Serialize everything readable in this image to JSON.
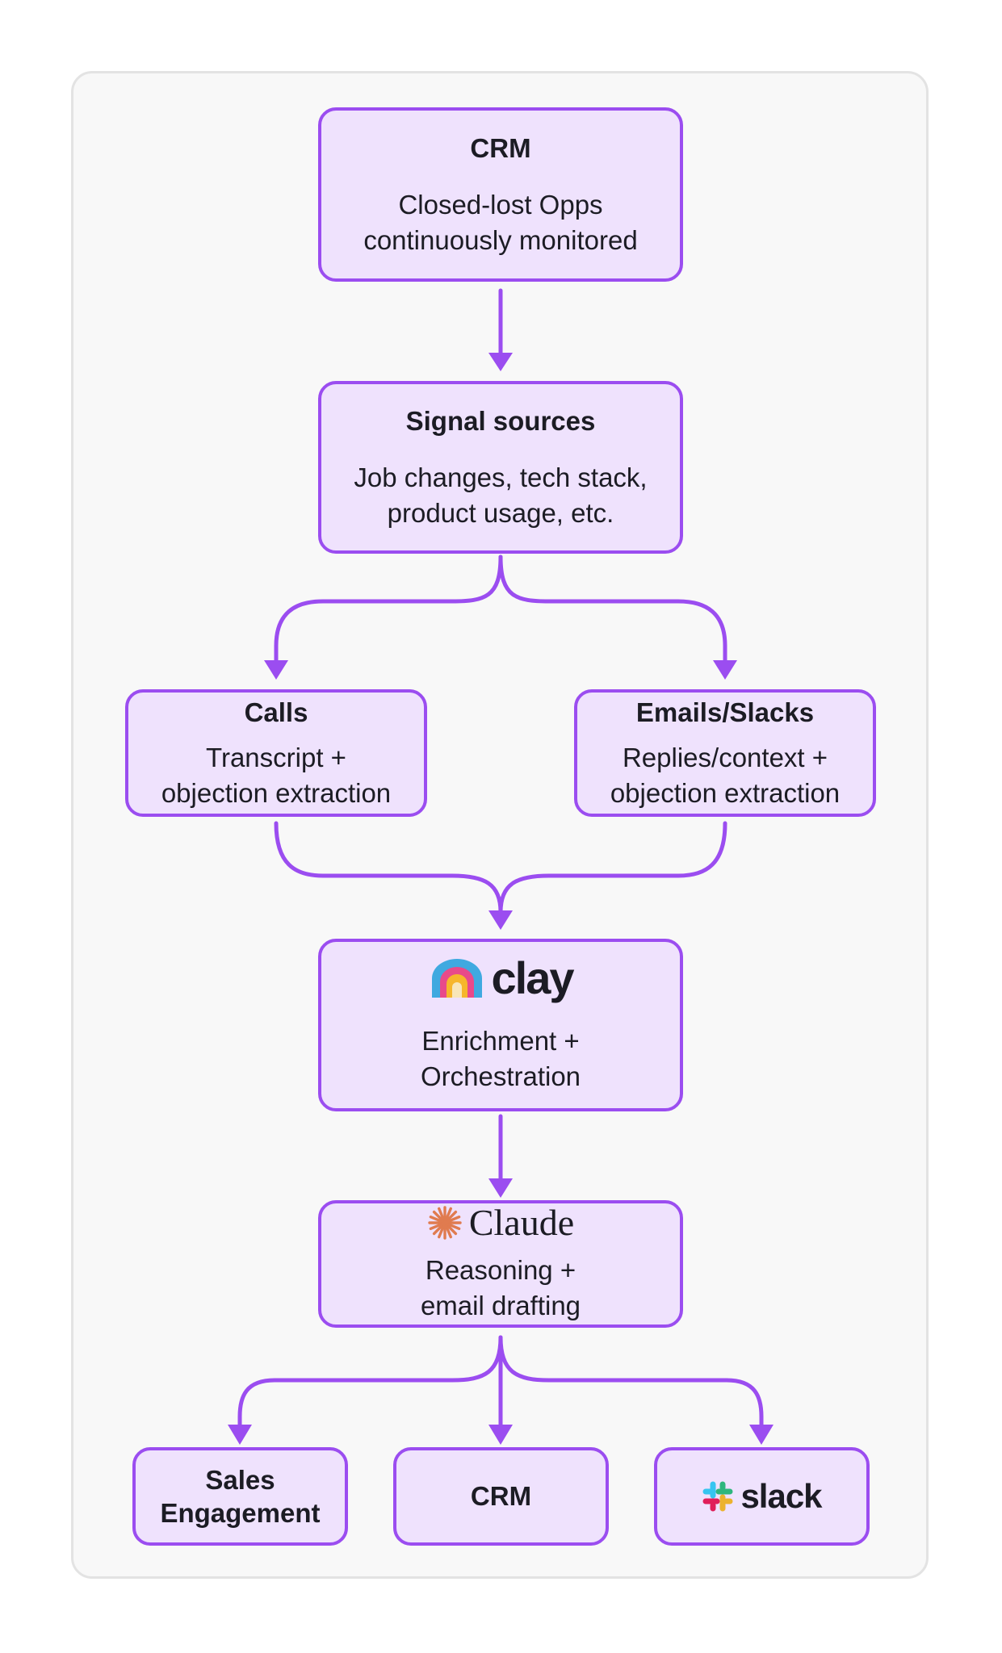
{
  "colors": {
    "accent": "#9b4df0",
    "node_fill": "#efe2fd",
    "panel": "#f8f8f8",
    "claude_orange": "#e07b4f"
  },
  "nodes": {
    "crm_source": {
      "title": "CRM",
      "body_line1": "Closed-lost Opps",
      "body_line2": "continuously monitored"
    },
    "signal_sources": {
      "title": "Signal sources",
      "body_line1": "Job changes, tech stack,",
      "body_line2": "product usage, etc."
    },
    "calls": {
      "title": "Calls",
      "body_line1": "Transcript +",
      "body_line2": "objection extraction"
    },
    "emails_slacks": {
      "title": "Emails/Slacks",
      "body_line1": "Replies/context +",
      "body_line2": "objection extraction"
    },
    "clay": {
      "logo_text": "clay",
      "body_line1": "Enrichment +",
      "body_line2": "Orchestration"
    },
    "claude": {
      "logo_text": "Claude",
      "body_line1": "Reasoning +",
      "body_line2": "email drafting"
    },
    "sales_engagement": {
      "line1": "Sales",
      "line2": "Engagement"
    },
    "crm_dest": {
      "title": "CRM"
    },
    "slack": {
      "logo_text": "slack"
    }
  },
  "icons": [
    "clay-logo-icon",
    "claude-starburst-icon",
    "slack-logo-icon",
    "arrowhead-icon"
  ]
}
